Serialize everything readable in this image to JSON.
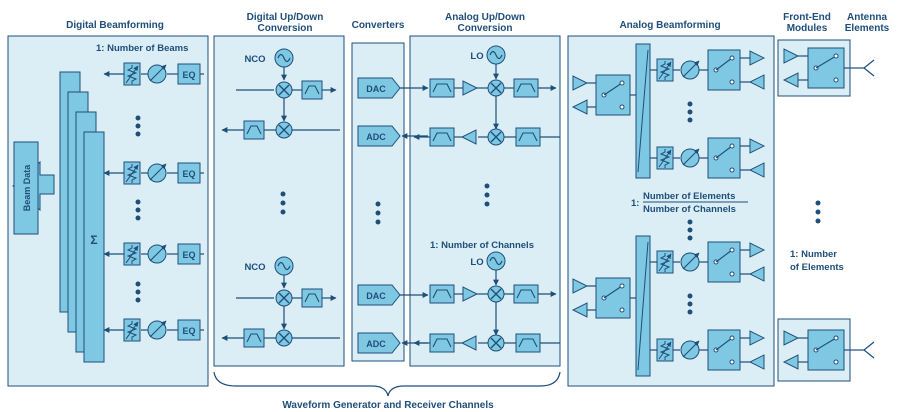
{
  "colors": {
    "panel_fill": "#dbeef6",
    "panel_stroke": "#1f4e79",
    "block_fill": "#7fc8e3",
    "line": "#1f4e79",
    "text": "#1f4e79",
    "background": "#ffffff"
  },
  "sections": {
    "digital_beamforming": "Digital Beamforming",
    "digital_updown_line1": "Digital Up/Down",
    "digital_updown_line2": "Conversion",
    "converters": "Converters",
    "analog_updown_line1": "Analog Up/Down",
    "analog_updown_line2": "Conversion",
    "analog_beamforming": "Analog Beamforming",
    "frontend_line1": "Front-End",
    "frontend_line2": "Modules",
    "antenna_line1": "Antenna",
    "antenna_line2": "Elements"
  },
  "labels": {
    "beams_count": "1: Number of Beams",
    "beam_data": "Beam Data",
    "sigma": "Σ",
    "eq": "EQ",
    "nco": "NCO",
    "dac": "DAC",
    "adc": "ADC",
    "lo": "LO",
    "channels_count": "1: Number of Channels",
    "ratio_prefix": "1:",
    "ratio_numerator": "Number of Elements",
    "ratio_denominator": "Number of Channels",
    "elements_line1": "1: Number",
    "elements_line2": "of Elements",
    "footer": "Waveform Generator and Receiver Channels"
  },
  "icons": [
    "phase-shifter-icon",
    "attenuator-icon",
    "filter-icon",
    "mixer-icon",
    "oscillator-icon",
    "amplifier-icon",
    "switch-icon",
    "antenna-icon",
    "summation-icon"
  ]
}
